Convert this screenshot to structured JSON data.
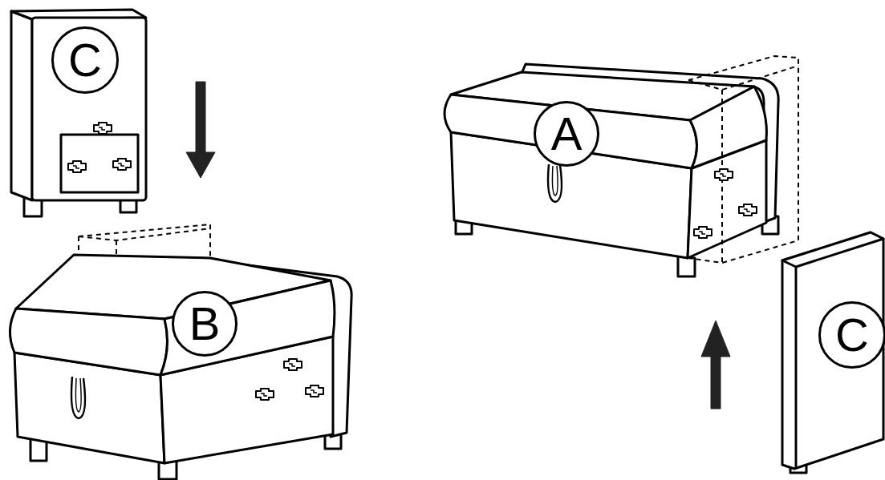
{
  "diagram": {
    "nodes": [
      {
        "text": [
          "C"
        ]
      },
      {
        "text": [
          "A"
        ]
      },
      {
        "text": [
          "B"
        ]
      },
      {
        "text": [
          "C"
        ]
      }
    ]
  }
}
